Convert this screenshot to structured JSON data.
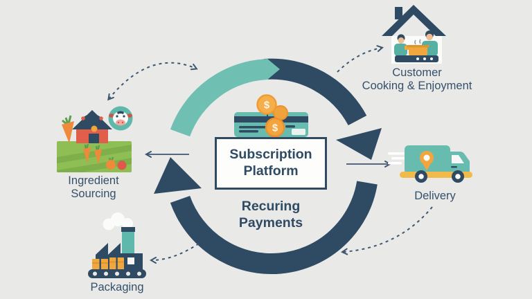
{
  "diagram": {
    "type": "cycle-diagram",
    "background": "#E9E9E7",
    "palette": {
      "navy": "#2F4A63",
      "teal_arc": "#6FBFB2",
      "teal_object": "#68BCAF",
      "orange": "#F2A43D",
      "yellow": "#F2B94B",
      "green_field": "#8FBE55",
      "barn_red": "#E15F4A",
      "label_text": "#35506B",
      "dash_stroke": "#3E5670"
    },
    "center": {
      "platform_line1": "Subscription",
      "platform_line2": "Platform",
      "payments_line1": "Recuring",
      "payments_line2": "Payments",
      "coin_symbol": "$"
    },
    "nodes": {
      "ingredient": {
        "line1": "Ingredient",
        "line2": "Sourcing",
        "icon": "farm-icon"
      },
      "packaging": {
        "line1": "Packaging",
        "icon": "factory-icon"
      },
      "customer": {
        "line1": "Customer",
        "line2": "Cooking & Enjoyment",
        "icon": "house-cooking-icon"
      },
      "delivery": {
        "line1": "Delivery",
        "icon": "delivery-truck-icon"
      }
    },
    "icons": [
      "farm-icon",
      "cow-icon",
      "barn-icon",
      "carrot-icon",
      "tomato-icon",
      "factory-icon",
      "smoke-icon",
      "conveyor-icon",
      "box-icon",
      "house-cooking-icon",
      "people-cooking-icon",
      "pot-icon",
      "delivery-truck-icon",
      "location-pin-icon",
      "speed-lines-icon",
      "payment-card-icon",
      "coin-icon",
      "cycle-arrow-teal",
      "cycle-arrow-navy",
      "dashed-arrow",
      "solid-arrow"
    ]
  }
}
